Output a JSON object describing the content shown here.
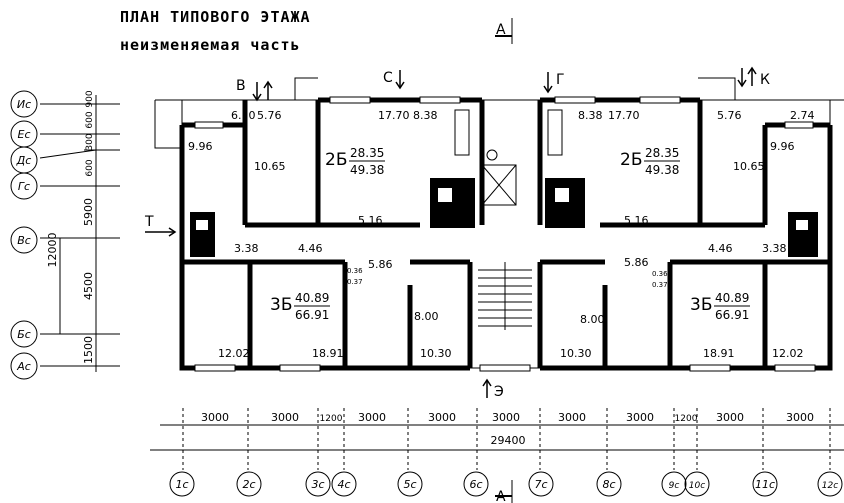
{
  "title": "ПЛАН ТИПОВОГО ЭТАЖА",
  "subtitle": "неизменяемая часть",
  "section_marks": {
    "top": "А",
    "bottom": "А"
  },
  "direction_labels": {
    "b": "В",
    "s": "С",
    "g": "Г",
    "k": "К",
    "t": "Т",
    "e": "Э"
  },
  "vertical_axes": [
    "Ис",
    "Ес",
    "Дс",
    "Гс",
    "Вс",
    "Бс",
    "Ас"
  ],
  "vertical_dims": [
    "900",
    "600",
    "300",
    "600",
    "5900",
    "12000",
    "4500",
    "1500"
  ],
  "horizontal_axes": [
    "1с",
    "2с",
    "3с",
    "4с",
    "5с",
    "6с",
    "7с",
    "8с",
    "9с",
    "10с",
    "11с",
    "12с"
  ],
  "horizontal_dims": [
    "3000",
    "3000",
    "1200",
    "3000",
    "3000",
    "3000",
    "3000",
    "3000",
    "1200",
    "3000",
    "3000"
  ],
  "total_dim": "29400",
  "apartments": [
    {
      "type": "2Б",
      "living": "28.35",
      "total": "49.38"
    },
    {
      "type": "2Б",
      "living": "28.35",
      "total": "49.38"
    },
    {
      "type": "3Б",
      "living": "40.89",
      "total": "66.91"
    },
    {
      "type": "3Б",
      "living": "40.89",
      "total": "66.91"
    }
  ],
  "room_areas": {
    "top_left": [
      "6.10",
      "5.76",
      "9.96",
      "10.65",
      "17.70",
      "8.38",
      "5.16",
      "3.38",
      "4.46"
    ],
    "top_right": [
      "8.38",
      "17.70",
      "5.76",
      "2.74",
      "10.65",
      "9.96",
      "5.16",
      "4.46",
      "3.38"
    ],
    "bottom_left": [
      "12.02",
      "18.91",
      "0.36",
      "0.37",
      "5.86",
      "8.00",
      "10.30"
    ],
    "bottom_right": [
      "5.86",
      "0.36",
      "0.37",
      "8.00",
      "10.30",
      "18.91",
      "12.02"
    ]
  }
}
